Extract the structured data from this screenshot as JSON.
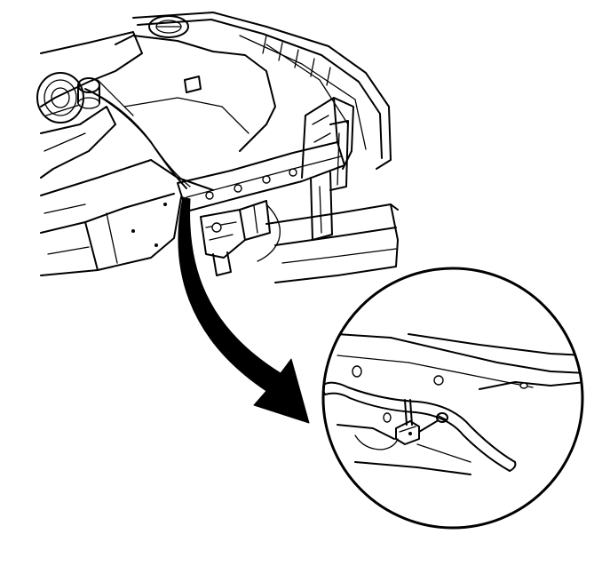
{
  "diagram": {
    "type": "technical-line-illustration",
    "subject": "vehicle-front-structure-with-zoom-detail",
    "detail_callout": "magnified-circle",
    "pointer": "curved-arrow-to-detail",
    "text_labels": []
  }
}
